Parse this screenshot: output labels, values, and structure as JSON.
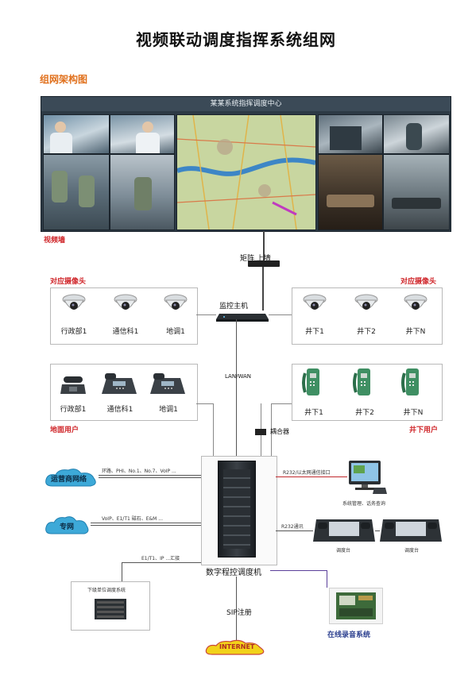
{
  "title": "视频联动调度指挥系统组网",
  "subtitle": "组网架构图",
  "video_wall": {
    "header": "某某系统指挥调度中心",
    "label": "视频墙"
  },
  "matrix_label": "矩阵 上墙",
  "monitor_host_label": "监控主机",
  "cameras_left": {
    "heading": "对应摄像头",
    "items": [
      "行政部1",
      "通信科1",
      "地调1"
    ]
  },
  "cameras_right": {
    "heading": "对应摄像头",
    "items": [
      "井下1",
      "井下2",
      "井下N"
    ]
  },
  "phones_left": {
    "heading": "地面用户",
    "items": [
      "行政部1",
      "通信科1",
      "地调1"
    ]
  },
  "phones_right": {
    "heading": "井下用户",
    "items": [
      "井下1",
      "井下2",
      "井下N"
    ]
  },
  "lan_wan_label": "LAN/WAN",
  "coupler_label": "耦合器",
  "carrier_network": {
    "label": "运营商网络",
    "link": "环路、PHI、No.1、No.7、VoIP ..."
  },
  "private_network": {
    "label": "专网",
    "link": "VoIP、E1/T1 磁石、E&M ..."
  },
  "r232_interface_label": "R232/以太网通信接口",
  "system_mgmt_label": "系统管理、话务查询",
  "r232_comm_label": "R232通讯",
  "console_labels": [
    "调度台",
    "调度台"
  ],
  "switch_label": "数字程控调度机",
  "e1_label": "E1/T1、IP ...汇接",
  "subunit_label": "下级单位调度系统",
  "sip_label": "SIP注册",
  "internet_label": "INTERNET",
  "recorder_label": "在线录音系统",
  "colors": {
    "orange_heading": "#e0701c",
    "red_label": "#d0282c",
    "cloud_blue": "#3da9d8",
    "internet_yellow": "#f2d21a",
    "recorder_blue": "#2b3f8f"
  }
}
